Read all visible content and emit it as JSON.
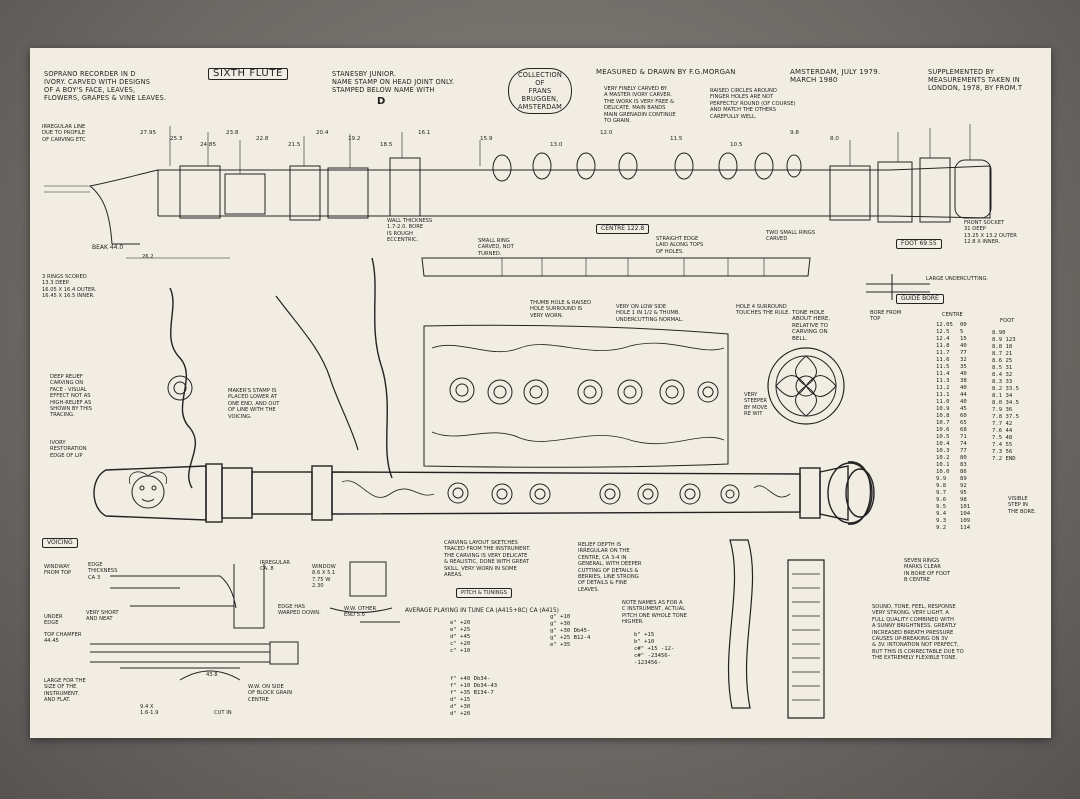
{
  "header": {
    "left": "SOPRANO RECORDER IN D\nIVORY. CARVED WITH DESIGNS\nOF A BOY'S FACE, LEAVES,\nFLOWERS, GRAPES & VINE LEAVES.",
    "title_box": "SIXTH FLUTE",
    "maker": "STANESBY JUNIOR.\nNAME STAMP ON HEAD JOINT ONLY.\nSTAMPED BELOW NAME WITH",
    "maker_letter": "D",
    "collection": "COLLECTION\nOF\nFRANS\nBRUGGEN,\nAMSTERDAM",
    "measured": "MEASURED & DRAWN BY F.G.MORGAN",
    "location_date": "AMSTERDAM, JULY 1979.\nMARCH 1980",
    "supplement": "SUPPLEMENTED BY\nMEASUREMENTS TAKEN IN\nLONDON, 1978, BY FROM.T",
    "very_finely": "VERY FINELY CARVED BY\nA MASTER IVORY CARVER.\nTHE WORK IS VERY FREE &\nDELICATE. MAIN BANDS\nMAIN GRENADIN CONTINUE\nTO GRAIN.",
    "raised_circles": "RAISED CIRCLES AROUND\nFINGER HOLES ARE NOT\nPERFECTLY ROUND (OF COURSE)\nAND MATCH THE OTHERS\nCAREFULLY WELL."
  },
  "labels": {
    "beak": "BEAK 44.0",
    "beak_sub": "26.2",
    "irregular": "IRREGULAR LINE\nDUE TO PROFILE\nOF CARVING ETC",
    "scored": "3 RINGS SCORED\n13.3 DEEP.\n16.05 x 16.4 OUTER.\n16.45 x 16.5 INNER.",
    "deep_relief": "DEEP RELIEF\nCARVING ON\nFACE - VISUAL\nEFFECT NOT AS\nHIGH-RELIEF AS\nSHOWN BY THIS\nTRACING.",
    "ivory_restoration": "IVORY\nRESTORATION\nEDGE OF LIP",
    "makers_stamp": "MAKER'S STAMP IS\nPLACED LOWER AT\nONE END, AND OUT\nOF LINE WITH THE\nVOICING.",
    "centre_box": "CENTRE 122.8",
    "straight_edge": "STRAIGHT EDGE\nLAID ALONG TOPS\nOF HOLES.",
    "two_small_rings": "TWO SMALL RINGS\nCARVED",
    "foot_box": "FOOT 69.55",
    "wall_thickness": "WALL THICKNESS\n1.7-2.0. BORE\nIS ROUGH\nECCENTRIC.",
    "small_ring": "SMALL RING\nCARVED, NOT\nTURNED.",
    "thumb_hole": "THUMB HOLE & RAISED\nHOLE SURROUND IS\nVERY WORN.",
    "low_side": "VERY ON LOW SIDE\nHOLE 1 IN 1/2 & THUMB.\nUNDERCUTTING NORMAL.",
    "hole_surround": "HOLE 4 SURROUND\nTOUCHES THE RULE.",
    "front_socket": "FRONT SOCKET\n31 DEEP\n13.25 x 13.2 OUTER\n12.8 x INNER.",
    "large_undercutting": "LARGE UNDERCUTTING.",
    "tone_hole": "TONE HOLE\nABOUT HERE,\nRELATIVE TO\nCARVING ON\nBELL.",
    "very_deep": "VERY\nSTEEPER\nBY MOVE\nRE WIT",
    "guide_bore": "GUIDE BORE",
    "centre_word": "CENTRE",
    "foot_word": "FOOT",
    "bore_note": "BORE FROM\nTOP",
    "voicing": "VOICING",
    "carving_layout": "CARVING LAYOUT SKETCHES\nTRACED FROM THE INSTRUMENT.\nTHE CARVING IS VERY DELICATE\n& REALISTIC, DONE WITH GREAT\nSKILL. VERY WORN IN SOME\nAREAS.",
    "relief_depth": "RELIEF DEPTH IS\nIRREGULAR ON THE\nCENTRE, CA 3-4 IN\nGENERAL, WITH DEEPER\nCUTTING OF DETAILS &\nBERRIES, LINE STRONG\nOF DETAILS & FINE\nLEAVES.",
    "pitch_box": "PITCH & TUNINGS",
    "avg_pitch": "AVERAGE PLAYING IN TUNE CA (A415+8c) CA (A415)",
    "note_names": "NOTE NAMES AS FOR A\nC INSTRUMENT, ACTUAL\nPITCH ONE WHOLE TONE\nHIGHER.",
    "sound_tone": "SOUND, TONE, FEEL, RESPONSE\nVERY STRONG, VERY LIGHT. A\nFULL QUALITY COMBINED WITH\nA SUNNY BRIGHTNESS. GREATLY\nINCREASED BREATH PRESSURE\nCAUSES UP-BREAKING ON 3V\n& 3V. INTONATION NOT PERFECT,\nBUT THIS IS CORRECTABLE DUE TO\nTHE EXTREMELY FLEXIBLE TONE.",
    "seven_rings": "SEVEN RINGS\nMARKS CLEAR\nIN BORE OF FOOT\nB CENTRE",
    "visible_step": "VISIBLE\nSTEP IN\nTHE BORE.",
    "windway": "WINDWAY\nFROM TOP",
    "edge": "EDGE\nTHICKNESS\nCA 3",
    "irregular_ca": "IRREGULAR\nCA. 8",
    "window": "WINDOW\n8.6 x 5.1\n7.75 W\n2.30",
    "edge_has": "EDGE HAS\nWARPED DOWN.",
    "ww_other": "W.W. OTHER\nEND 5.6",
    "very_short": "VERY SHORT\nAND NEAT",
    "under_edge": "UNDER\nEDGE",
    "top_chamfer": "TOP CHAMFER\n44.45",
    "large_for": "LARGE FOR THE\nSIZE OF THE\nINSTRUMENT.\nAND FLAT.",
    "ww_on_side": "W.W. ON SIDE\nOF BLOCK GRAIN\nCENTRE",
    "cut_in": "CUT IN",
    "block_dims": "9.4 x\n1.6-1.9",
    "dim_438": "43.8"
  },
  "dims_top": [
    "27.95",
    "25.3",
    "24.85",
    "23.8",
    "22.8",
    "21.5",
    "20.4",
    "19.2",
    "18.5",
    "16.1",
    "15.9",
    "13.0",
    "12.0",
    "11.5",
    "10.5",
    "9.8",
    "8.0"
  ],
  "bore_cols": {
    "c1": "12.05\n12.5\n12.4\n11.8\n11.7\n11.6\n11.5\n11.4\n11.3\n11.2\n11.1\n11.0\n10.9\n10.8\n10.7\n10.6\n10.5\n10.4\n10.3\n10.2\n10.1\n10.0\n9.9\n9.8\n9.7\n9.6\n9.5\n9.4\n9.3\n9.2",
    "c2": "00\n5\n15\n40\n77\n32\n35\n40\n38\n40\n44\n40\n45\n60\n65\n68\n71\n74\n77\n80\n83\n86\n89\n92\n95\n98\n101\n104\n109\n114",
    "c3": "8.90\n8.9 123\n8.8 18\n8.7 21\n8.6 25\n8.5 31\n8.4 32\n8.3 33\n8.2 33.5\n8.1 34\n8.0 34.5\n7.9 36\n7.8 37.5\n7.7 42\n7.6 44\n7.5 48\n7.4 55\n7.3 56\n7.2 END"
  },
  "pitch": {
    "a": "e\" +20\ne\" +25\nd\" +45\nc\" +20\nc\" +10",
    "b": "f\" +40 Db34-\nf\" +10 Db34-43\nf\" +35 B134-7\nd\" +15\nd\" +30\nd\" +20",
    "c": "g\" +10\ng\" +30\ng\" +30 Db45-\ng\" +25 B12-4\ne\" +35",
    "d": "b\" +15\nb\" +10\nc#\" +15 -12-\nc#\" -23456-\n-123456-"
  }
}
